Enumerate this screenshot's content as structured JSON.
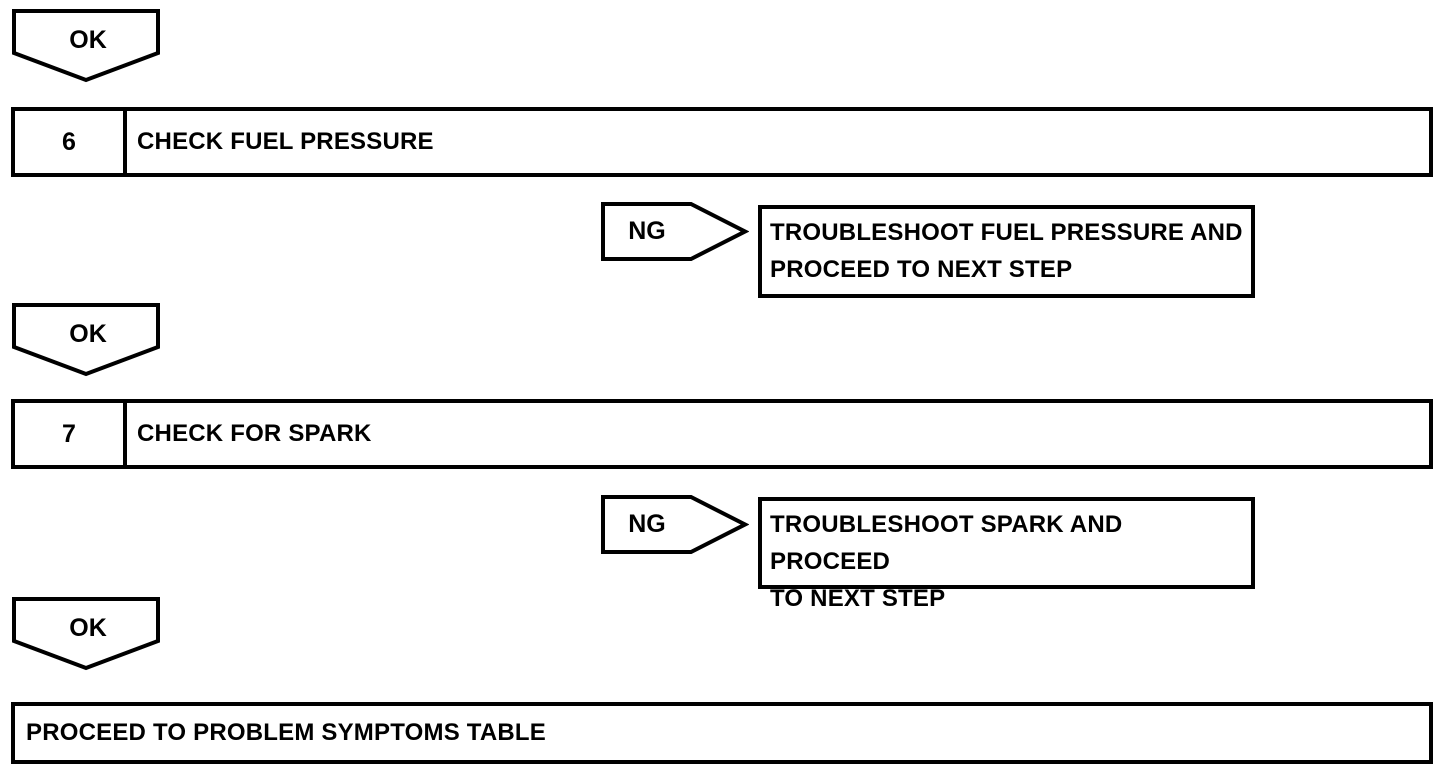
{
  "flowchart": {
    "ok_label": "OK",
    "ng_label": "NG",
    "steps": [
      {
        "number": "6",
        "title": "CHECK FUEL PRESSURE",
        "ng_result_line1": "TROUBLESHOOT FUEL PRESSURE AND",
        "ng_result_line2": "PROCEED TO NEXT STEP"
      },
      {
        "number": "7",
        "title": "CHECK FOR SPARK",
        "ng_result_line1": "TROUBLESHOOT SPARK AND PROCEED",
        "ng_result_line2": "TO NEXT STEP"
      }
    ],
    "final_step": "PROCEED TO PROBLEM SYMPTOMS TABLE",
    "colors": {
      "line": "#000000",
      "background": "#ffffff"
    }
  }
}
